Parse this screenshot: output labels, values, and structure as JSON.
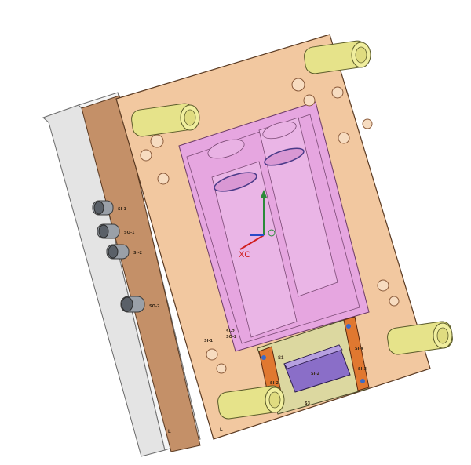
{
  "axis": {
    "label": "XC"
  },
  "labels": {
    "fitting_1": "SI-1",
    "fitting_2": "SO-1",
    "fitting_3": "SI-2",
    "fitting_4": "SO-2",
    "cavity_left_a": "SI-2",
    "cavity_left_b": "SO-2",
    "cavity_left_c": "SI-1",
    "side_plate_left": "SI-2",
    "side_plate_right": "SI-4",
    "side_plate_right_b": "SI-3",
    "front_plate": "S1",
    "slide_block": "SI-2",
    "bottom_mark": "S3",
    "corner_mark_left": "L",
    "corner_mark_right": "L"
  },
  "colors": {
    "plate": "#f2c8a0",
    "plate_side": "#c49068",
    "cavity": "#e6a6e0",
    "guide_pin": "#e6e38a",
    "back_plate": "#d8d8d8",
    "fitting": "#9aa0a8",
    "slide": "#8a6ec8",
    "orange_block": "#e07830"
  }
}
